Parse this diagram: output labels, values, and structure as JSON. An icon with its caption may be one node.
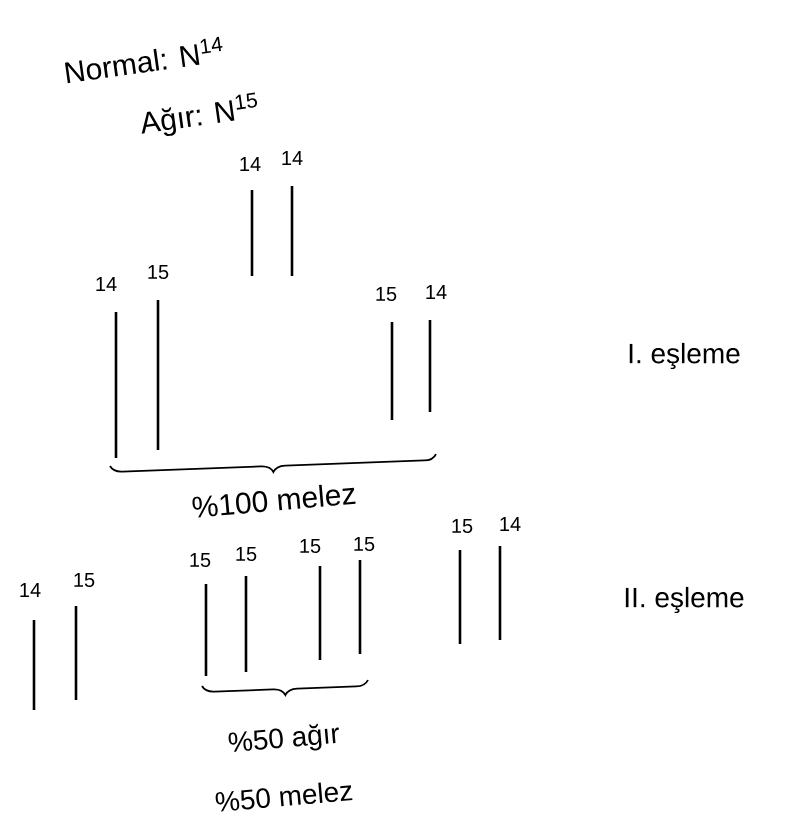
{
  "diagram": {
    "labels": [
      "Normal: N$^{14}$",
      "Ağır: N$^{15}$",
      "14",
      "14",
      "14",
      "15",
      "15",
      "14",
      "I. eşleme",
      "%100 melez",
      "14",
      "15",
      "15",
      "15",
      "15",
      "15",
      "15",
      "14",
      "II. eşleme",
      "%50 ağır",
      "%50 melez"
    ]
  }
}
